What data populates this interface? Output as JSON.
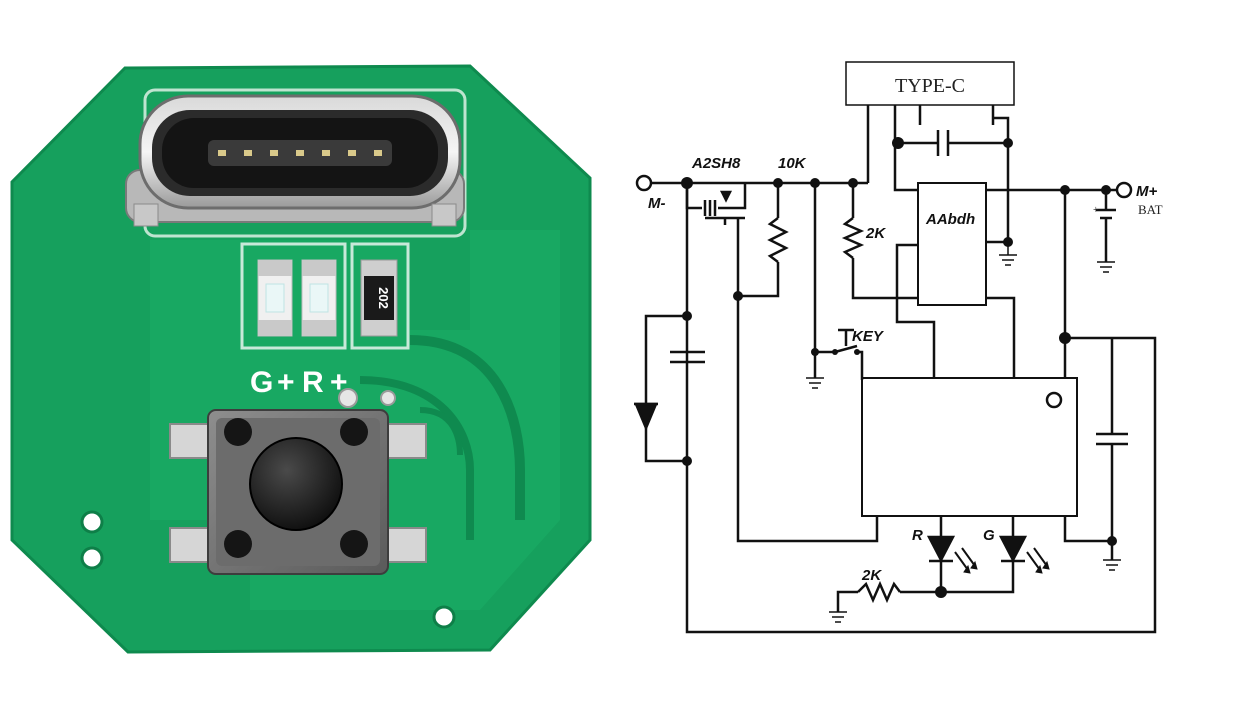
{
  "pcb": {
    "silkscreen": {
      "g": "G",
      "plus1": "+",
      "r": "R",
      "plus2": "+"
    },
    "resistor_code": "202"
  },
  "schematic": {
    "connector": "TYPE-C",
    "mosfet": "A2SH8",
    "r_pullup": "10K",
    "r_usb": "2K",
    "charger_ic": "AAbdh",
    "key": "KEY",
    "terminal_minus": "M-",
    "terminal_plus": "M+",
    "bat": "BAT",
    "led_r": "R",
    "led_g": "G",
    "r_led": "2K"
  },
  "colors": {
    "pcb_green": "#17a35f",
    "pcb_dark": "#0e7f48",
    "wire": "#111111",
    "background": "#ffffff"
  }
}
